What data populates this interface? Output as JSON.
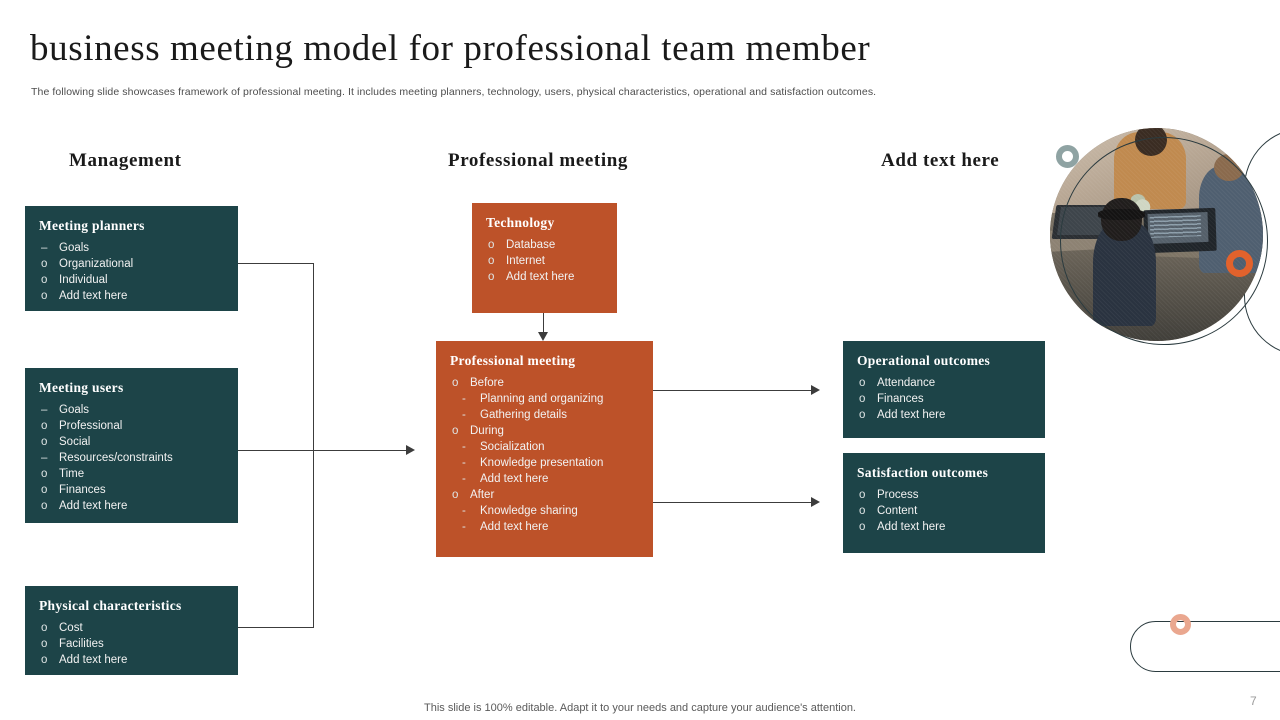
{
  "header": {
    "title": "business meeting model for professional team member",
    "subtitle": "The following slide showcases framework of professional meeting. It includes meeting planners, technology, users, physical characteristics, operational and satisfaction outcomes."
  },
  "columns": {
    "left_heading": "Management",
    "center_heading": "Professional meeting",
    "right_heading": "Add text here"
  },
  "cards": {
    "meeting_planners": {
      "title": "Meeting planners",
      "items": [
        {
          "marker": "–",
          "text": "Goals",
          "level": 0
        },
        {
          "marker": "o",
          "text": "Organizational",
          "level": 0
        },
        {
          "marker": "o",
          "text": "Individual",
          "level": 0
        },
        {
          "marker": "o",
          "text": "Add text here",
          "level": 0
        }
      ]
    },
    "meeting_users": {
      "title": "Meeting users",
      "items": [
        {
          "marker": "–",
          "text": "Goals",
          "level": 0
        },
        {
          "marker": "o",
          "text": "Professional",
          "level": 0
        },
        {
          "marker": "o",
          "text": "Social",
          "level": 0
        },
        {
          "marker": "–",
          "text": "Resources/constraints",
          "level": 0
        },
        {
          "marker": "o",
          "text": "Time",
          "level": 0
        },
        {
          "marker": "o",
          "text": "Finances",
          "level": 0
        },
        {
          "marker": "o",
          "text": "Add text here",
          "level": 0
        }
      ]
    },
    "physical_characteristics": {
      "title": "Physical characteristics",
      "items": [
        {
          "marker": "o",
          "text": "Cost",
          "level": 0
        },
        {
          "marker": "o",
          "text": "Facilities",
          "level": 0
        },
        {
          "marker": "o",
          "text": "Add text here",
          "level": 0
        }
      ]
    },
    "technology": {
      "title": "Technology",
      "items": [
        {
          "marker": "o",
          "text": "Database",
          "level": 0
        },
        {
          "marker": "o",
          "text": "Internet",
          "level": 0
        },
        {
          "marker": "o",
          "text": "Add text here",
          "level": 0
        }
      ]
    },
    "professional_meeting": {
      "title": "Professional meeting",
      "items": [
        {
          "marker": "o",
          "text": "Before",
          "level": 0
        },
        {
          "marker": "-",
          "text": "Planning and organizing",
          "level": 1
        },
        {
          "marker": "-",
          "text": "Gathering details",
          "level": 1
        },
        {
          "marker": "o",
          "text": "During",
          "level": 0
        },
        {
          "marker": "-",
          "text": "Socialization",
          "level": 1
        },
        {
          "marker": "-",
          "text": "Knowledge presentation",
          "level": 1
        },
        {
          "marker": "-",
          "text": "Add text here",
          "level": 1
        },
        {
          "marker": "o",
          "text": "After",
          "level": 0
        },
        {
          "marker": "-",
          "text": "Knowledge sharing",
          "level": 1
        },
        {
          "marker": "-",
          "text": "Add text here",
          "level": 1
        }
      ]
    },
    "operational_outcomes": {
      "title": "Operational outcomes",
      "items": [
        {
          "marker": "o",
          "text": "Attendance",
          "level": 0
        },
        {
          "marker": "o",
          "text": "Finances",
          "level": 0
        },
        {
          "marker": "o",
          "text": "Add text here",
          "level": 0
        }
      ]
    },
    "satisfaction_outcomes": {
      "title": "Satisfaction outcomes",
      "items": [
        {
          "marker": "o",
          "text": "Process",
          "level": 0
        },
        {
          "marker": "o",
          "text": "Content",
          "level": 0
        },
        {
          "marker": "o",
          "text": "Add text here",
          "level": 0
        }
      ]
    }
  },
  "decor": {
    "photo_caption": "people-working-on-laptops-photo",
    "ring_gray": "#8fa3a3",
    "ring_orange": "#e2622c",
    "ring_salmon": "#eaa78f"
  },
  "colors": {
    "teal": "#1d4448",
    "orange": "#bd5229",
    "text_dark": "#1a1a1a",
    "connector": "#3c3c3c"
  },
  "footer": {
    "note": "This slide is 100% editable. Adapt it to your needs and capture your audience's attention.",
    "page_number": "7"
  }
}
